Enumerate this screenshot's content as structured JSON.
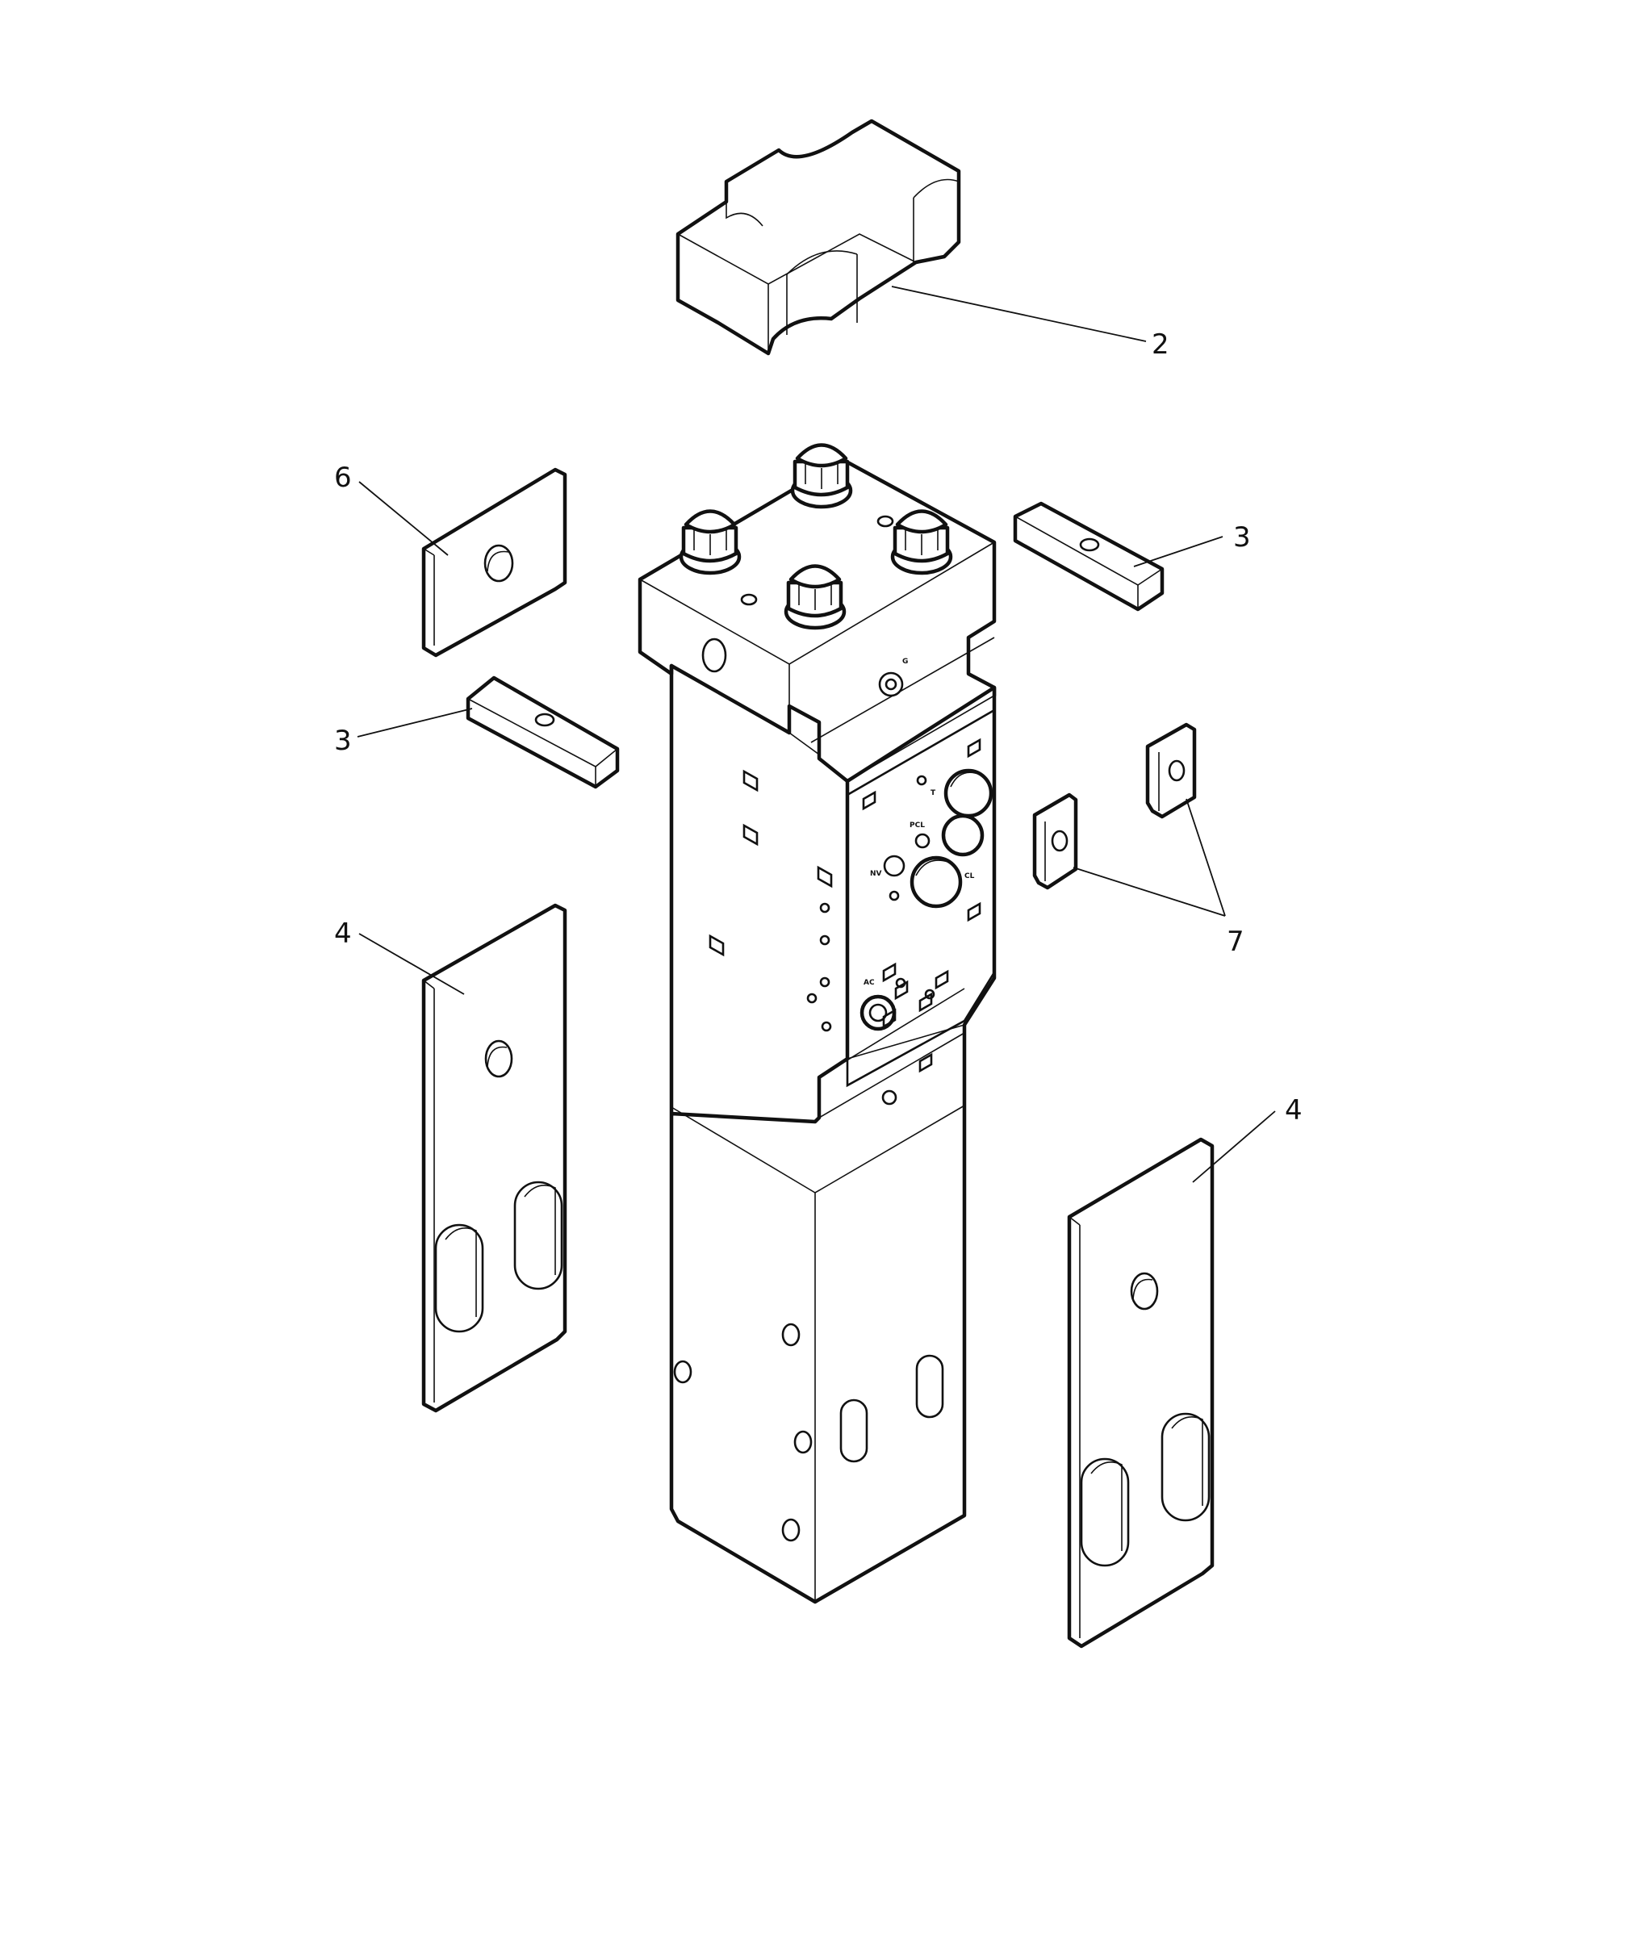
{
  "callouts": {
    "part_2": "2",
    "part_3_right": "3",
    "part_3_left": "3",
    "part_4_left": "4",
    "part_4_right": "4",
    "part_6": "6",
    "part_7": "7"
  },
  "port_labels": {
    "g": "G",
    "t": "T",
    "pcl": "PCL",
    "nv": "NV",
    "cl": "CL",
    "ac": "AC"
  },
  "colors": {
    "line": "#111111",
    "background": "#ffffff"
  }
}
